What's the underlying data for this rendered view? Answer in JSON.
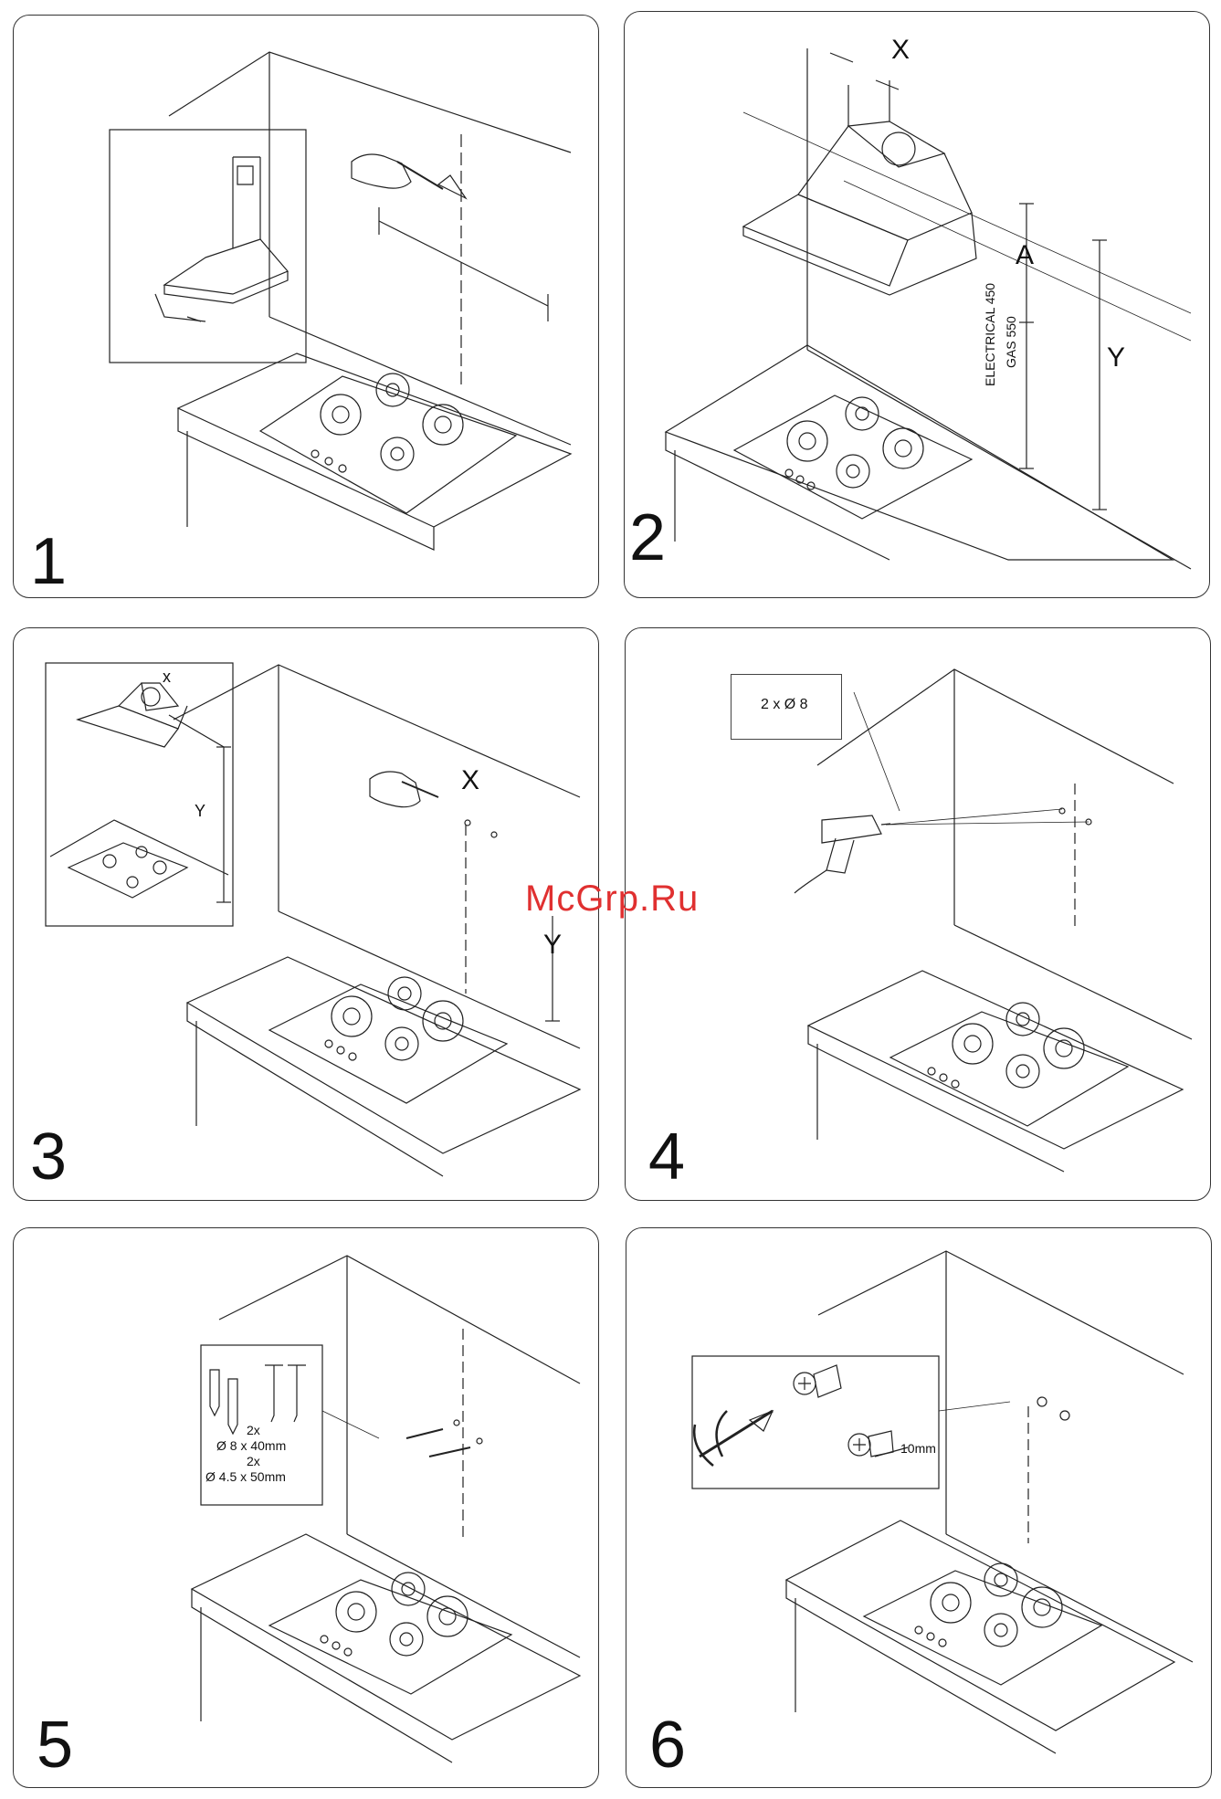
{
  "watermark": "McGrp.Ru",
  "panels": [
    {
      "step": "1"
    },
    {
      "step": "2",
      "labels": {
        "x": "X",
        "a": "A",
        "y": "Y",
        "electrical": "ELECTRICAL 450",
        "gas": "GAS 550"
      }
    },
    {
      "step": "3",
      "labels": {
        "x_small": "x",
        "y_small": "Y",
        "x": "X",
        "y": "Y"
      }
    },
    {
      "step": "4",
      "labels": {
        "drill": "2 x Ø 8"
      }
    },
    {
      "step": "5",
      "labels": {
        "qty1": "2x",
        "spec1": "Ø 8 x 40mm",
        "qty2": "2x",
        "spec2": "Ø 4.5 x 50mm"
      }
    },
    {
      "step": "6",
      "labels": {
        "gap": "10mm"
      }
    }
  ],
  "icons": [
    "hand-pencil-icon",
    "drill-icon",
    "screwdriver-icon",
    "wall-plug-icon",
    "screw-icon",
    "cooker-hood-icon",
    "hob-icon"
  ]
}
